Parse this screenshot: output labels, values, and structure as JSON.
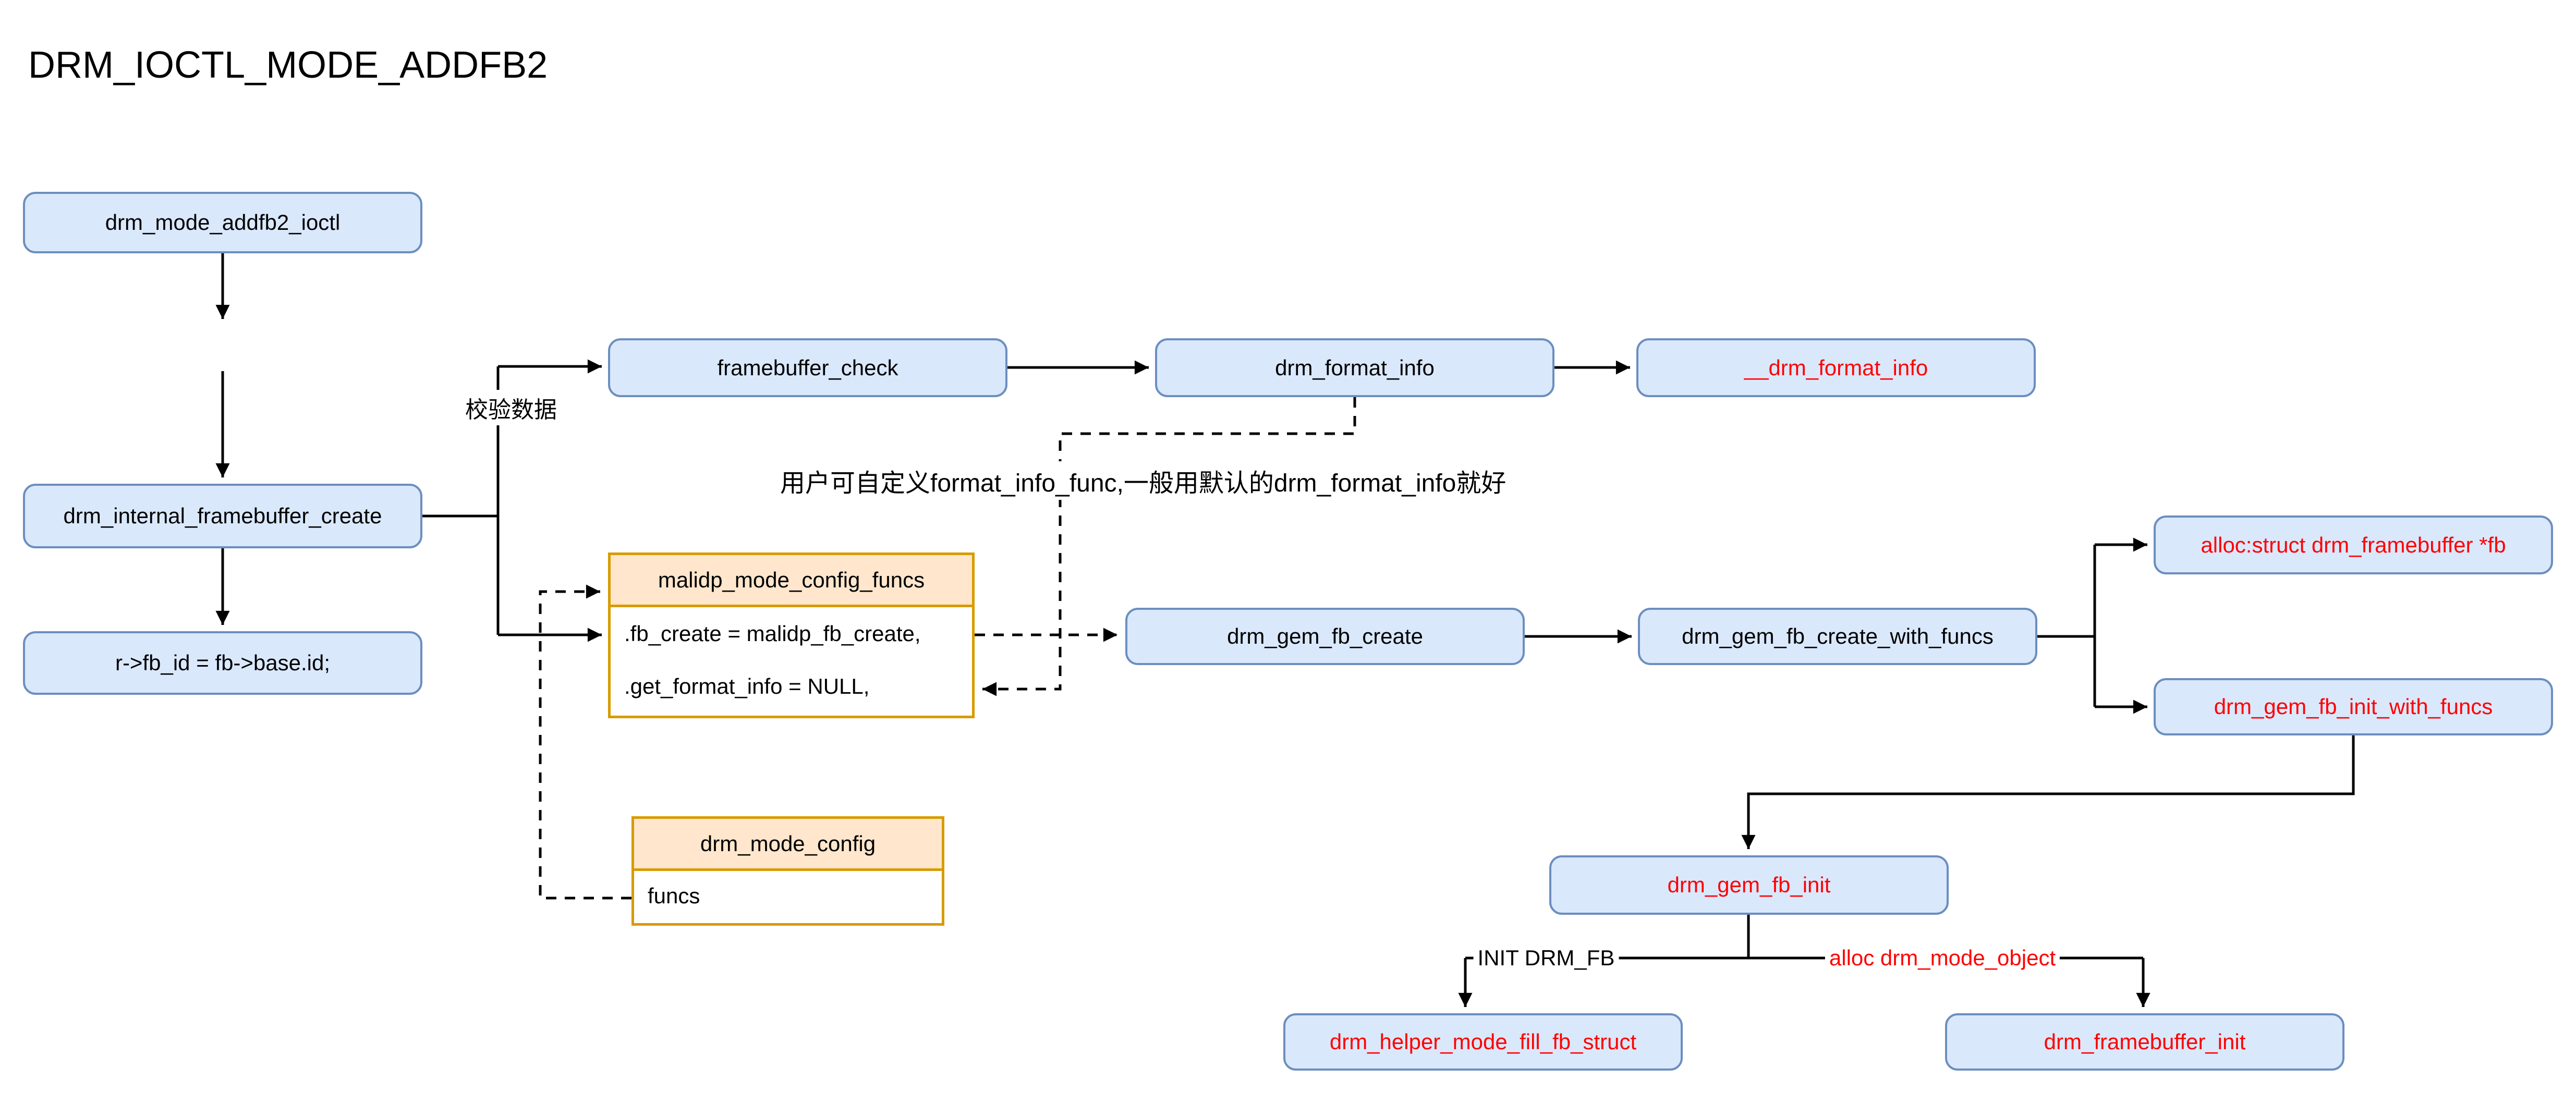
{
  "title": "DRM_IOCTL_MODE_ADDFB2",
  "colors": {
    "node_fill": "#dae8fc",
    "node_border": "#6c8ebf",
    "table_fill": "#ffe6cc",
    "table_border": "#d79b00",
    "red_text": "#ff0000",
    "line": "#000000",
    "bg": "#ffffff",
    "text": "#000000"
  },
  "nodes": {
    "ioctl": {
      "label": "drm_mode_addfb2_ioctl"
    },
    "internal": {
      "label": "drm_internal_framebuffer_create"
    },
    "fbid": {
      "label": "r->fb_id = fb->base.id;"
    },
    "fbcheck": {
      "label": "framebuffer_check"
    },
    "fmtinfo": {
      "label": "drm_format_info"
    },
    "fmtinfo2": {
      "label": "__drm_format_info"
    },
    "gemcreate": {
      "label": "drm_gem_fb_create"
    },
    "gemcreatewf": {
      "label": "drm_gem_fb_create_with_funcs"
    },
    "allocfb": {
      "label": "alloc:struct drm_framebuffer *fb"
    },
    "geminitwf": {
      "label": "drm_gem_fb_init_with_funcs"
    },
    "geminit": {
      "label": "drm_gem_fb_init"
    },
    "helperfill": {
      "label": "drm_helper_mode_fill_fb_struct"
    },
    "fbinit": {
      "label": "drm_framebuffer_init"
    }
  },
  "tables": {
    "malidp": {
      "header": "malidp_mode_config_funcs",
      "rows": [
        ".fb_create = malidp_fb_create,",
        ".get_format_info = NULL,"
      ]
    },
    "modecfg": {
      "header": "drm_mode_config",
      "rows": [
        "funcs"
      ]
    }
  },
  "edge_labels": {
    "verify": "校验数据",
    "note": "用户可自定义format_info_func,一般用默认的drm_format_info就好",
    "init_drm_fb": "INIT DRM_FB",
    "alloc_obj": "alloc drm_mode_object"
  }
}
